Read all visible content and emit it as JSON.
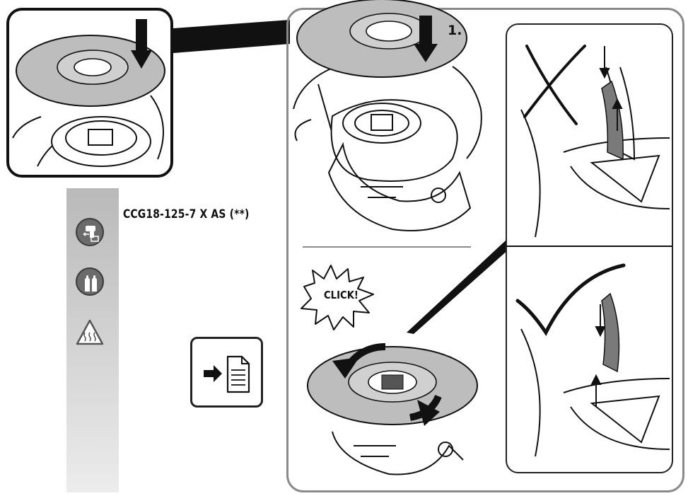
{
  "model_label": "CCG18-125-7 X AS (**)",
  "step_number": "1.",
  "click_label": "CLICK!",
  "icons": [
    "remove-battery-icon",
    "gloves-icon",
    "hot-surface-warning-icon",
    "see-document-icon",
    "down-arrow-icon",
    "rotate-arrow-icon",
    "wrong-cross-icon",
    "correct-checkmark-icon"
  ],
  "colors": {
    "outline": "#111111",
    "frame_gray": "#8a8a8a",
    "disc_gray": "#bdbdbd",
    "icon_gray": "#6b6b6b",
    "bar_top": "#b9b9b9",
    "bar_bottom": "#ececec"
  }
}
